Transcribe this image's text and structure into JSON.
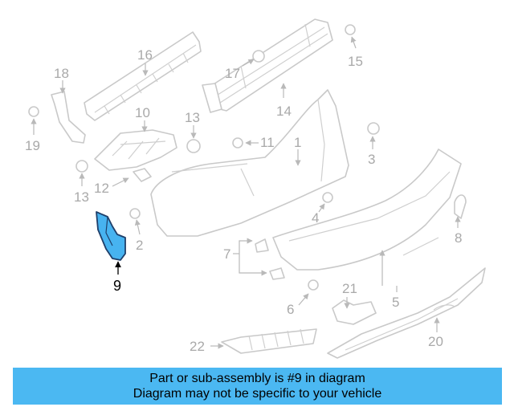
{
  "diagram": {
    "highlight_color": "#47b3f0",
    "callouts": {
      "c1": "1",
      "c2": "2",
      "c3": "3",
      "c4": "4",
      "c5": "5",
      "c6": "6",
      "c7": "7",
      "c8": "8",
      "c9": "9",
      "c10": "10",
      "c11": "11",
      "c12": "12",
      "c13a": "13",
      "c13b": "13",
      "c14": "14",
      "c15": "15",
      "c16": "16",
      "c17": "17",
      "c18": "18",
      "c19": "19",
      "c20": "20",
      "c21": "21",
      "c22": "22"
    },
    "highlighted_part": "9"
  },
  "banner": {
    "line1": "Part or sub-assembly is #9 in diagram",
    "line2": "Diagram may not be specific to your vehicle",
    "color": "#4bb8f2"
  }
}
